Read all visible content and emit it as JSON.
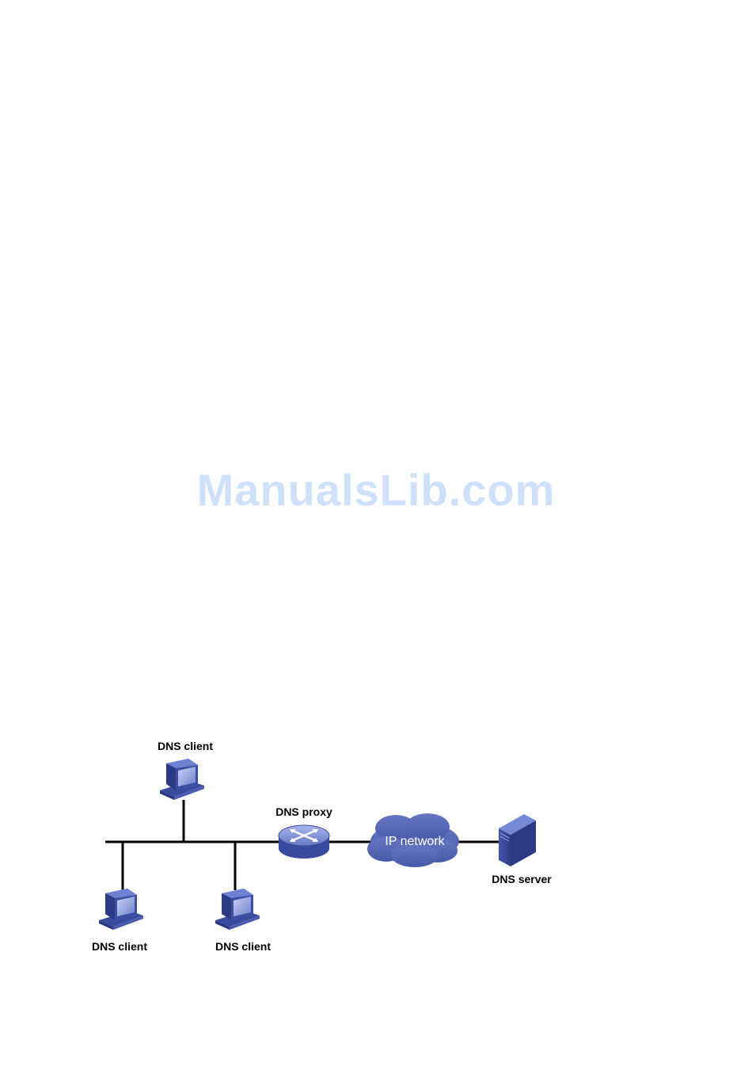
{
  "watermark": "ManualsLib.com",
  "diagram": {
    "nodes": {
      "client_top": {
        "label": "DNS client",
        "icon": "pc-icon"
      },
      "client_bottom_left": {
        "label": "DNS client",
        "icon": "pc-icon"
      },
      "client_bottom_mid": {
        "label": "DNS client",
        "icon": "pc-icon"
      },
      "proxy": {
        "label": "DNS proxy",
        "icon": "router-icon"
      },
      "network": {
        "label": "IP network",
        "icon": "cloud-icon"
      },
      "server": {
        "label": "DNS server",
        "icon": "server-icon"
      }
    },
    "colors": {
      "device_dark": "#3a4a9c",
      "device_mid": "#5a6cc0",
      "device_light": "#8fa0e0",
      "cloud": "#5566b8",
      "line": "#000000"
    }
  }
}
